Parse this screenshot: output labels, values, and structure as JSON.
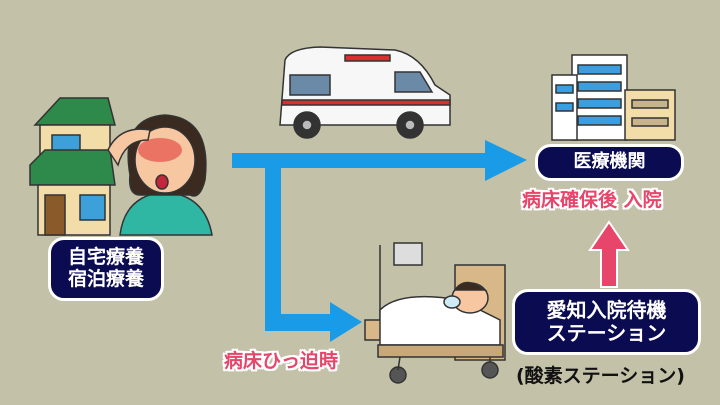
{
  "labels": {
    "home_line1": "自宅療養",
    "home_line2": "宿泊療養",
    "hospital": "医療機関",
    "admit_after_bed": "病床確保後 入院",
    "station_line1": "愛知入院待機",
    "station_line2": "ステーション",
    "station_sub": "(酸素ステーション)",
    "bed_shortage": "病床ひっ迫時"
  },
  "icons": [
    "house-icon",
    "sick-woman-icon",
    "ambulance-icon",
    "hospital-building-icon",
    "patient-bed-icon"
  ],
  "colors": {
    "background": "#c3c1a8",
    "navy": "#0b0b52",
    "blue_arrow": "#1a9be8",
    "pink": "#e8456a"
  }
}
